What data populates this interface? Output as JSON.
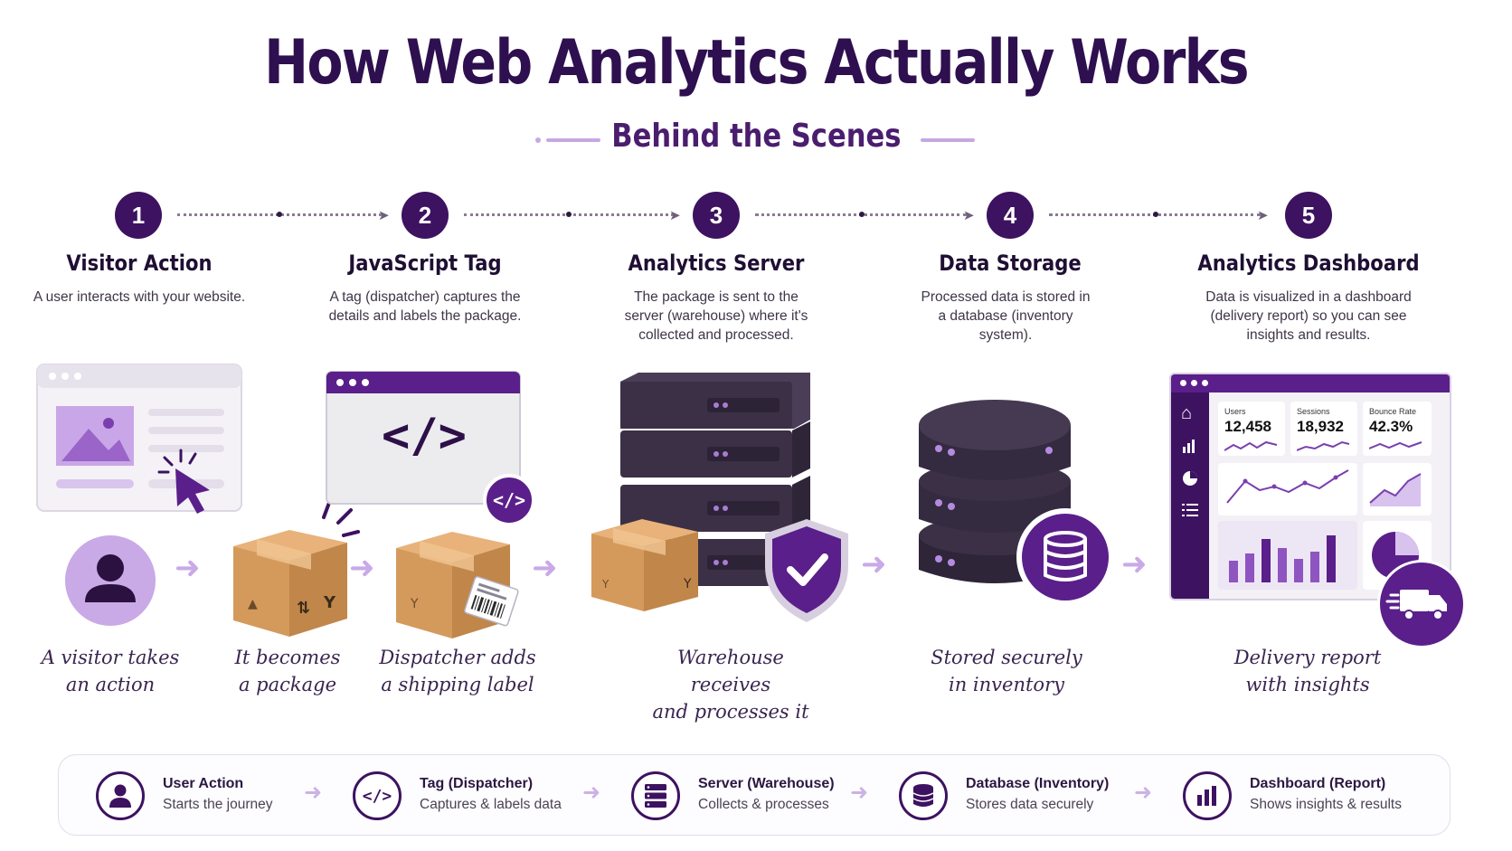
{
  "title": "How Web Analytics Actually Works",
  "subtitle": "Behind the Scenes",
  "steps": [
    {
      "number": "1",
      "title": "Visitor Action",
      "desc": "A user interacts with your website."
    },
    {
      "number": "2",
      "title": "JavaScript Tag",
      "desc": "A tag (dispatcher) captures the details and labels the package."
    },
    {
      "number": "3",
      "title": "Analytics Server",
      "desc": "The package is sent to the server (warehouse) where it's collected and processed."
    },
    {
      "number": "4",
      "title": "Data Storage",
      "desc": "Processed data is stored in a database (inventory system)."
    },
    {
      "number": "5",
      "title": "Analytics Dashboard",
      "desc": "Data is visualized in a dashboard (delivery report) so you can see insights and results."
    }
  ],
  "captions": [
    {
      "line1": "A visitor takes",
      "line2": "an action"
    },
    {
      "line1": "It becomes",
      "line2": "a package"
    },
    {
      "line1": "Dispatcher adds",
      "line2": "a shipping label"
    },
    {
      "line1": "Warehouse receives",
      "line2": "and processes it"
    },
    {
      "line1": "Stored securely",
      "line2": "in inventory"
    },
    {
      "line1": "Delivery report",
      "line2": "with insights"
    }
  ],
  "dashboard": {
    "stats": [
      {
        "label": "Users",
        "value": "12,458"
      },
      {
        "label": "Sessions",
        "value": "18,932"
      },
      {
        "label": "Bounce Rate",
        "value": "42.3%"
      }
    ]
  },
  "code_symbol": "</>",
  "legend": [
    {
      "title": "User Action",
      "desc": "Starts the journey",
      "icon": "user-icon"
    },
    {
      "title": "Tag (Dispatcher)",
      "desc": "Captures & labels data",
      "icon": "code-icon"
    },
    {
      "title": "Server (Warehouse)",
      "desc": "Collects & processes",
      "icon": "server-icon"
    },
    {
      "title": "Database (Inventory)",
      "desc": "Stores data securely",
      "icon": "database-icon"
    },
    {
      "title": "Dashboard (Report)",
      "desc": "Shows insights & results",
      "icon": "bar-chart-icon"
    }
  ],
  "colors": {
    "primary": "#3d1260",
    "accent": "#8e54c0",
    "light_accent": "#c9a9e6",
    "box_brown": "#d49a5c",
    "server_dark": "#3b3046"
  }
}
